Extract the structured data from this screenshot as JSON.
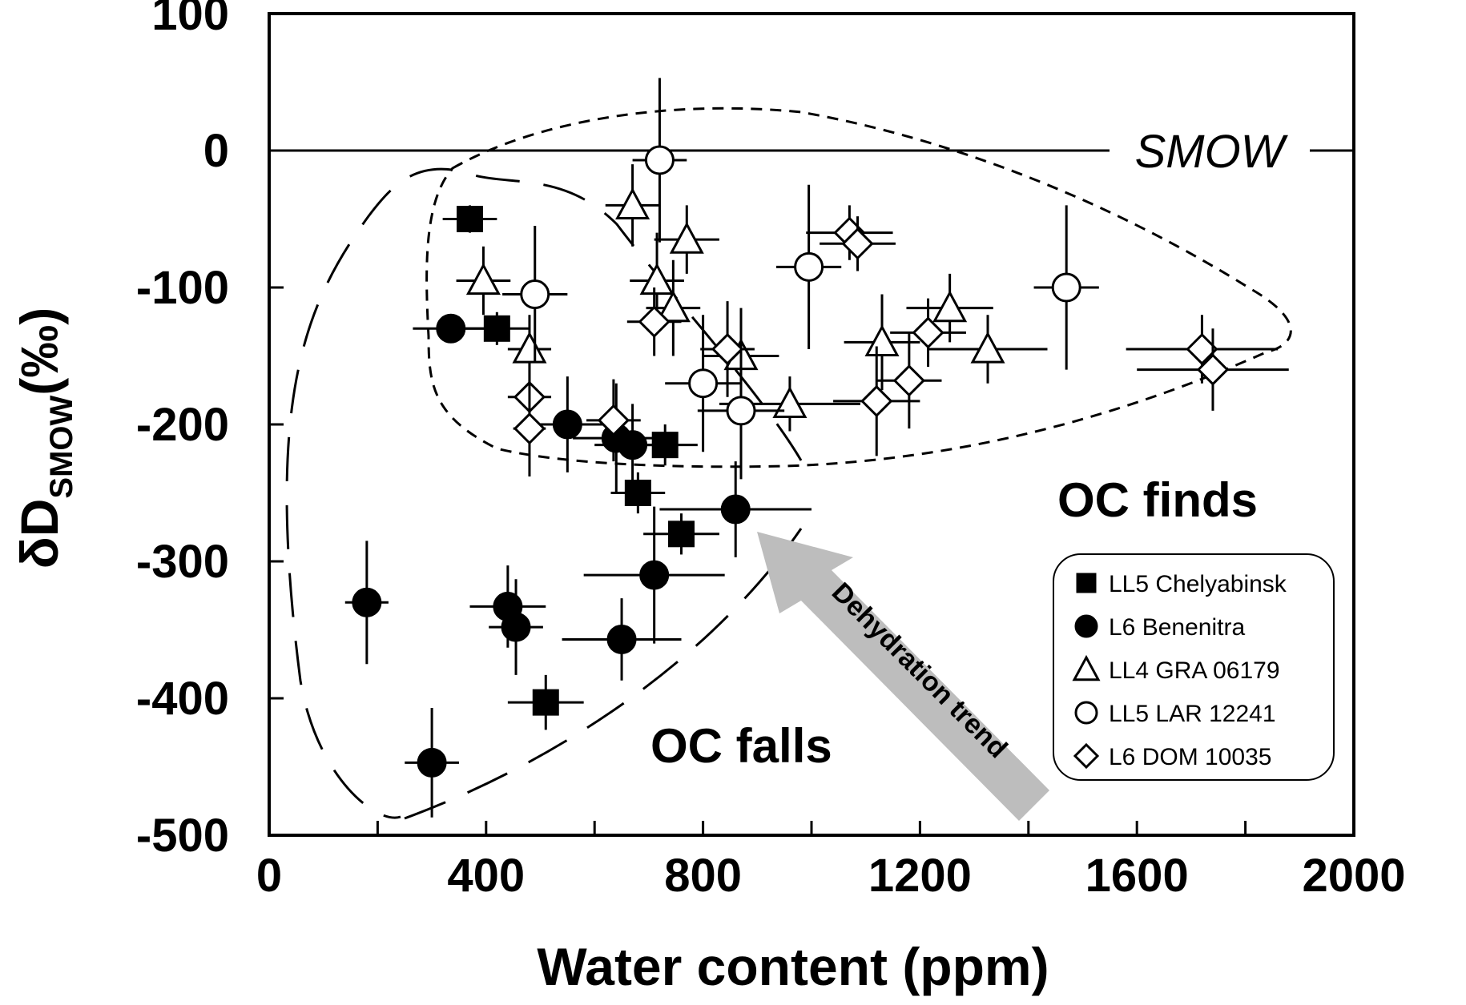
{
  "chart_data": {
    "type": "scatter",
    "xlabel": "Water content (ppm)",
    "ylabel_main": "δD",
    "ylabel_sub": "SMOW",
    "ylabel_unit": "(‰)",
    "xlim": [
      0,
      2000
    ],
    "ylim": [
      -500,
      100
    ],
    "xticks": [
      0,
      400,
      800,
      1200,
      1600,
      2000
    ],
    "xticks_minor": [
      200,
      600,
      1000,
      1400,
      1800
    ],
    "yticks": [
      100,
      0,
      -100,
      -200,
      -300,
      -400,
      -500
    ],
    "reference_line": {
      "label": "SMOW",
      "y": 0
    },
    "annotations": [
      {
        "name": "oc-finds",
        "text": "OC finds"
      },
      {
        "name": "oc-falls",
        "text": "OC falls"
      },
      {
        "name": "dehydration-arrow",
        "text": "Dehydration trend"
      }
    ],
    "legend_position": "bottom-right",
    "series": [
      {
        "name": "LL5 Chelyabinsk",
        "marker": "square",
        "fill": "#000000",
        "points": [
          {
            "x": 370,
            "y": -50,
            "xerr": 50,
            "yerr": 10
          },
          {
            "x": 420,
            "y": -130,
            "xerr": 60,
            "yerr": 12
          },
          {
            "x": 680,
            "y": -250,
            "xerr": 50,
            "yerr": 15
          },
          {
            "x": 730,
            "y": -215,
            "xerr": 60,
            "yerr": 15
          },
          {
            "x": 760,
            "y": -280,
            "xerr": 70,
            "yerr": 15
          },
          {
            "x": 510,
            "y": -403,
            "xerr": 70,
            "yerr": 20
          }
        ]
      },
      {
        "name": "L6 Benenitra",
        "marker": "circle",
        "fill": "#000000",
        "points": [
          {
            "x": 335,
            "y": -130,
            "xerr": 70,
            "yerr": 0
          },
          {
            "x": 550,
            "y": -200,
            "xerr": 80,
            "yerr": 35
          },
          {
            "x": 640,
            "y": -210,
            "xerr": 80,
            "yerr": 40
          },
          {
            "x": 670,
            "y": -215,
            "xerr": 70,
            "yerr": 30
          },
          {
            "x": 860,
            "y": -262,
            "xerr": 140,
            "yerr": 35
          },
          {
            "x": 710,
            "y": -310,
            "xerr": 130,
            "yerr": 50
          },
          {
            "x": 180,
            "y": -330,
            "xerr": 40,
            "yerr": 45
          },
          {
            "x": 440,
            "y": -333,
            "xerr": 70,
            "yerr": 30
          },
          {
            "x": 455,
            "y": -348,
            "xerr": 50,
            "yerr": 35
          },
          {
            "x": 650,
            "y": -357,
            "xerr": 110,
            "yerr": 30
          },
          {
            "x": 300,
            "y": -447,
            "xerr": 50,
            "yerr": 40
          }
        ]
      },
      {
        "name": "LL4 GRA 06179",
        "marker": "triangle",
        "fill": "#ffffff",
        "points": [
          {
            "x": 670,
            "y": -40,
            "xerr": 50,
            "yerr": 30
          },
          {
            "x": 770,
            "y": -65,
            "xerr": 60,
            "yerr": 25
          },
          {
            "x": 395,
            "y": -95,
            "xerr": 50,
            "yerr": 25
          },
          {
            "x": 715,
            "y": -95,
            "xerr": 50,
            "yerr": 35
          },
          {
            "x": 745,
            "y": -115,
            "xerr": 50,
            "yerr": 35
          },
          {
            "x": 480,
            "y": -145,
            "xerr": 40,
            "yerr": 25
          },
          {
            "x": 870,
            "y": -150,
            "xerr": 70,
            "yerr": 35
          },
          {
            "x": 960,
            "y": -185,
            "xerr": 130,
            "yerr": 20
          },
          {
            "x": 1130,
            "y": -140,
            "xerr": 70,
            "yerr": 35
          },
          {
            "x": 1255,
            "y": -115,
            "xerr": 80,
            "yerr": 25
          },
          {
            "x": 1325,
            "y": -145,
            "xerr": 110,
            "yerr": 25
          }
        ]
      },
      {
        "name": "LL5 LAR 12241",
        "marker": "circle",
        "fill": "#ffffff",
        "points": [
          {
            "x": 720,
            "y": -7,
            "xerr": 50,
            "yerr": 60
          },
          {
            "x": 490,
            "y": -105,
            "xerr": 60,
            "yerr": 50
          },
          {
            "x": 995,
            "y": -85,
            "xerr": 60,
            "yerr": 60
          },
          {
            "x": 1470,
            "y": -100,
            "xerr": 60,
            "yerr": 60
          },
          {
            "x": 800,
            "y": -170,
            "xerr": 70,
            "yerr": 50
          },
          {
            "x": 870,
            "y": -190,
            "xerr": 80,
            "yerr": 50
          }
        ]
      },
      {
        "name": "L6 DOM 10035",
        "marker": "diamond",
        "fill": "#ffffff",
        "points": [
          {
            "x": 1070,
            "y": -60,
            "xerr": 80,
            "yerr": 20
          },
          {
            "x": 1085,
            "y": -68,
            "xerr": 70,
            "yerr": 20
          },
          {
            "x": 710,
            "y": -125,
            "xerr": 50,
            "yerr": 25
          },
          {
            "x": 845,
            "y": -145,
            "xerr": 50,
            "yerr": 35
          },
          {
            "x": 480,
            "y": -180,
            "xerr": 40,
            "yerr": 25
          },
          {
            "x": 480,
            "y": -203,
            "xerr": 30,
            "yerr": 35
          },
          {
            "x": 635,
            "y": -197,
            "xerr": 50,
            "yerr": 30
          },
          {
            "x": 1120,
            "y": -183,
            "xerr": 80,
            "yerr": 40
          },
          {
            "x": 1180,
            "y": -168,
            "xerr": 60,
            "yerr": 35
          },
          {
            "x": 1215,
            "y": -133,
            "xerr": 70,
            "yerr": 25
          },
          {
            "x": 1720,
            "y": -145,
            "xerr": 140,
            "yerr": 25
          },
          {
            "x": 1740,
            "y": -160,
            "xerr": 140,
            "yerr": 30
          }
        ]
      }
    ]
  }
}
